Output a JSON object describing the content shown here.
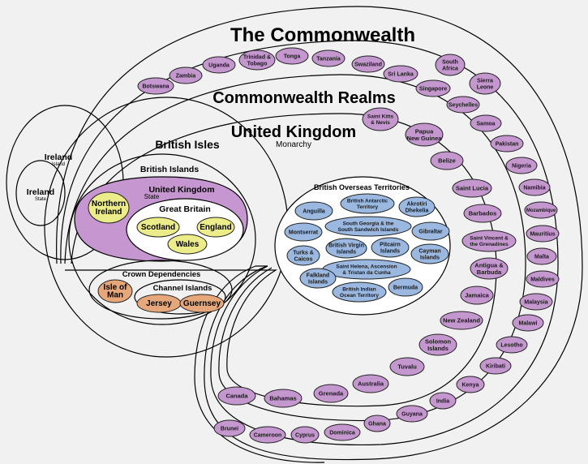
{
  "colors": {
    "commonwealth": "#c497cf",
    "overseas": "#9ab8e0",
    "crown": "#e6a77a",
    "great_britain": "#ecec8a",
    "uk_fill": "#c596cf",
    "background": "#f1f1f1"
  },
  "titles": {
    "commonwealth": "The Commonwealth",
    "realms": "Commonwealth Realms",
    "uk": "United Kingdom",
    "uk_sub": "Monarchy",
    "british_isles": "British Isles",
    "ireland_island": "Ireland",
    "ireland_island_sub": "Island",
    "british_islands": "British Islands",
    "uk_state": "United Kingdom",
    "uk_state_sub": "State",
    "great_britain": "Great Britain",
    "overseas": "British Overseas Territories",
    "crown_dependencies": "Crown Dependencies",
    "channel_islands": "Channel Islands"
  },
  "nodes": {
    "commonwealth": [
      "Botswana",
      "Zambia",
      "Uganda",
      "Trinidad & Tobago",
      "Tonga",
      "Tanzania",
      "Swaziland",
      "Sri Lanka",
      "South Africa",
      "Singapore",
      "Sierra Leone",
      "Seychelles",
      "Samoa",
      "Pakistan",
      "Nigeria",
      "Namibia",
      "Mozambique",
      "Mauritius",
      "Malta",
      "Maldives",
      "Malaysia",
      "Malawi",
      "Lesotho",
      "Kiribati",
      "Kenya",
      "India",
      "Guyana",
      "Ghana",
      "Dominica",
      "Cyprus",
      "Cameroon",
      "Brunei"
    ],
    "realms": [
      "Saint Kitts & Nevis",
      "Papua New Guinea",
      "Belize",
      "Saint Lucia",
      "Barbados",
      "Saint Vincent & the Grenadines",
      "Antigua & Barbuda",
      "Jamaica",
      "New Zealand",
      "Solomon Islands",
      "Tuvalu",
      "Australia",
      "Grenada",
      "Bahamas",
      "Canada"
    ],
    "overseas": [
      "Anguilla",
      "British Antarctic Territory",
      "Akrotiri Dhekelia",
      "South Georgia & the South Sandwich Islands",
      "Montserrat",
      "Gibraltar",
      "British Virgin Islands",
      "Pitcairn Islands",
      "Turks & Caicos",
      "Cayman Islands",
      "Saint Helena, Ascension & Tristan da Cunha",
      "Falkland Islands",
      "British Indian Ocean Territory",
      "Bermuda"
    ],
    "uk_countries": [
      "Northern Ireland",
      "Scotland",
      "England",
      "Wales"
    ],
    "ireland_state": "Ireland",
    "ireland_state_sub": "State",
    "crown": [
      "Isle of Man",
      "Jersey",
      "Guernsey"
    ]
  }
}
